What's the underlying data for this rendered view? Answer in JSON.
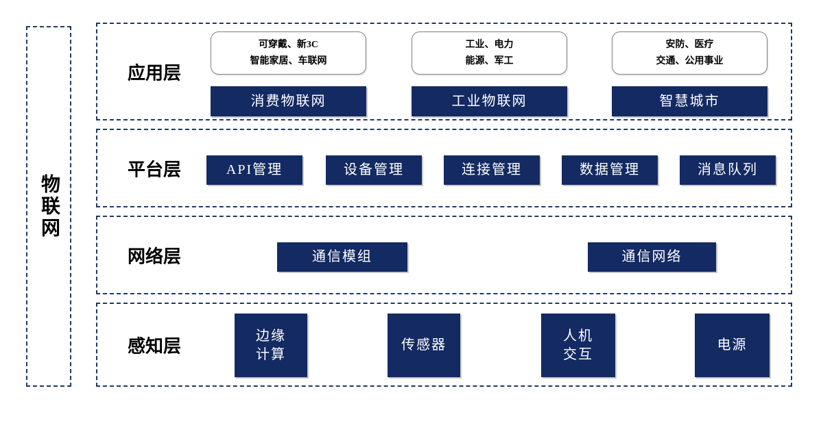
{
  "sidebar": {
    "label": "物联网"
  },
  "colors": {
    "box_navy": "#132a63",
    "dashed_border": "#1f3864",
    "tag_border": "#7f7f7f",
    "box_text": "#ffffff",
    "label_text": "#000000"
  },
  "layers": [
    {
      "label": "应用层",
      "columns": [
        {
          "tag_lines": [
            "可穿戴、新3C",
            "智能家居、车联网"
          ],
          "box_label": "消费物联网"
        },
        {
          "tag_lines": [
            "工业、电力",
            "能源、军工"
          ],
          "box_label": "工业物联网"
        },
        {
          "tag_lines": [
            "安防、医疗",
            "交通、公用事业"
          ],
          "box_label": "智慧城市"
        }
      ]
    },
    {
      "label": "平台层",
      "boxes": [
        "API管理",
        "设备管理",
        "连接管理",
        "数据管理",
        "消息队列"
      ]
    },
    {
      "label": "网络层",
      "boxes": [
        "通信模组",
        "通信网络"
      ]
    },
    {
      "label": "感知层",
      "boxes": [
        {
          "lines": [
            "边缘",
            "计算"
          ]
        },
        {
          "lines": [
            "传感器"
          ]
        },
        {
          "lines": [
            "人机",
            "交互"
          ]
        },
        {
          "lines": [
            "电源"
          ]
        }
      ]
    }
  ]
}
